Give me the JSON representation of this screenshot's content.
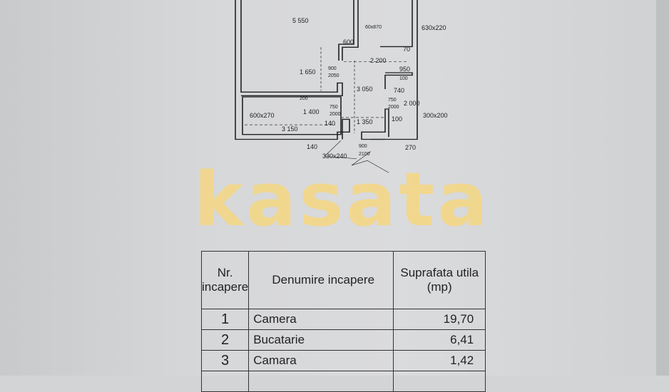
{
  "watermark": "kasata",
  "plan": {
    "dimensions": [
      "5 550",
      "600",
      "630x220",
      "60x870",
      "70",
      "2 200",
      "950",
      "100",
      "1 650",
      "900",
      "2050",
      "3 050",
      "740",
      "750",
      "2000",
      "2 000",
      "200",
      "600x270",
      "1 400",
      "750",
      "2000",
      "140",
      "1 350",
      "100",
      "300x200",
      "3 150",
      "140",
      "900",
      "2100",
      "270",
      "330x240"
    ]
  },
  "table": {
    "headers": [
      "Nr. incapere",
      "Denumire incapere",
      "Suprafata utila (mp)"
    ],
    "rows": [
      {
        "nr": "1",
        "name": "Camera",
        "area": "19,70"
      },
      {
        "nr": "2",
        "name": "Bucatarie",
        "area": "6,41"
      },
      {
        "nr": "3",
        "name": "Camara",
        "area": "1,42"
      }
    ]
  }
}
